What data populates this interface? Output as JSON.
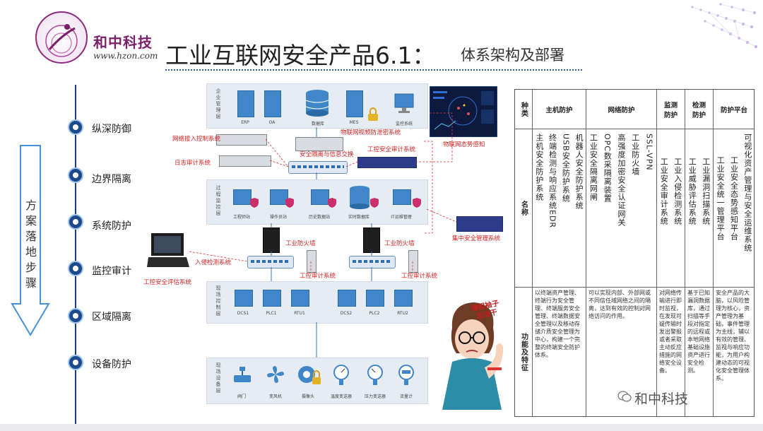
{
  "header": {
    "company_name": "和中科技",
    "company_url": "www.hzon.com",
    "title": "工业互联网安全产品6.1：",
    "subtitle": "体系架构及部署"
  },
  "timeline": {
    "steps": [
      "纵深防御",
      "边界隔离",
      "系统防护",
      "监控审计",
      "区域隔离",
      "设备防护"
    ],
    "arrow_label": "方案落地步骤"
  },
  "diagram": {
    "layers": [
      "企业管理层",
      "过程监控层",
      "现场控制层",
      "现场设备层"
    ],
    "top_devices": [
      "ERP",
      "OA",
      "数据库",
      "MES",
      "监控系统"
    ],
    "monitor_devices": [
      "工程师站",
      "操作员站",
      "历史数据站",
      "实时数据库",
      "IT运维管理"
    ],
    "control_devices": [
      "DCS1",
      "PLC1",
      "RTU1",
      "DCS2",
      "PLC2",
      "RTU2"
    ],
    "field_devices": [
      "阀门",
      "变风机",
      "摄像头",
      "温度变送器",
      "压力变送器",
      "流量计"
    ],
    "labels": {
      "network_access": "网络接入控制系统",
      "log_audit": "日志审计系统",
      "video_leak": "物联网视频防泄密系统",
      "security_gateway": "安全隔离与信息交换",
      "industrial_audit_top": "工控安全审计系统",
      "situation_awareness": "物联网态势感知",
      "industrial_firewall_1": "工业防火墙",
      "industrial_firewall_2": "工业防火墙",
      "intrusion_detection": "入侵检测系统",
      "industrial_audit_1": "工控审计系统",
      "industrial_audit_2": "工控审计系统",
      "security_assessment": "工控安全评估系统",
      "central_management": "集中安全管理系统"
    }
  },
  "table": {
    "col_header_type": "种类",
    "row_header_name": "名称",
    "row_header_func": "功能及特征",
    "categories": [
      {
        "name": "主机防护",
        "items": [
          "主机安全防护系统",
          "终端检测与响应系统EDR",
          "USB安全防护系统",
          "机器人安全防护系统"
        ],
        "desc": "以终端资产管理、终端行为安全管理、终端服务安全管理、终端数据安全管理以及移动存储介质安全管理为中心，构建一个完整的终端安全防护体系。"
      },
      {
        "name": "网络防护",
        "items": [
          "工业安全隔离网闸",
          "OPC数采隔离装置",
          "高强度加密安全认证网关",
          "工业防火墙",
          "SSL-VPN"
        ],
        "desc": "可以实现内部、外部网或不同信任域网络之间的隔离，达到有效的控制对网络访问的作用。"
      },
      {
        "name": "监测防护",
        "items": [
          "工业安全审计系统",
          "工业入侵检测系统"
        ],
        "desc": "对网络传输进行即时监视，在发现可疑传输时发出警报或者采取主动反应措施的网络安全设备。"
      },
      {
        "name": "检测防护",
        "items": [
          "工业威胁评估系统",
          "工业漏洞扫描系统"
        ],
        "desc": "基于已知漏洞数据库，通过扫描等手段对指定的远程或本地网络基础设施资产进行安全检测。"
      },
      {
        "name": "防护平台",
        "items": [
          "工业安全统一管理平台",
          "工业安全态势感知平台",
          "可视化资产管理与安全运维系统"
        ],
        "desc": "安全产品的大脑，以风险管理为核心，资产管理为基础，事件管理为主线，辅以有效的管理、监视与响应功能，为用户构建动态的可视化安全管理体系。"
      }
    ]
  },
  "cartoon": {
    "banner": "撸起袖子加油干"
  },
  "footer": {
    "wechat_name": "和中科技"
  }
}
